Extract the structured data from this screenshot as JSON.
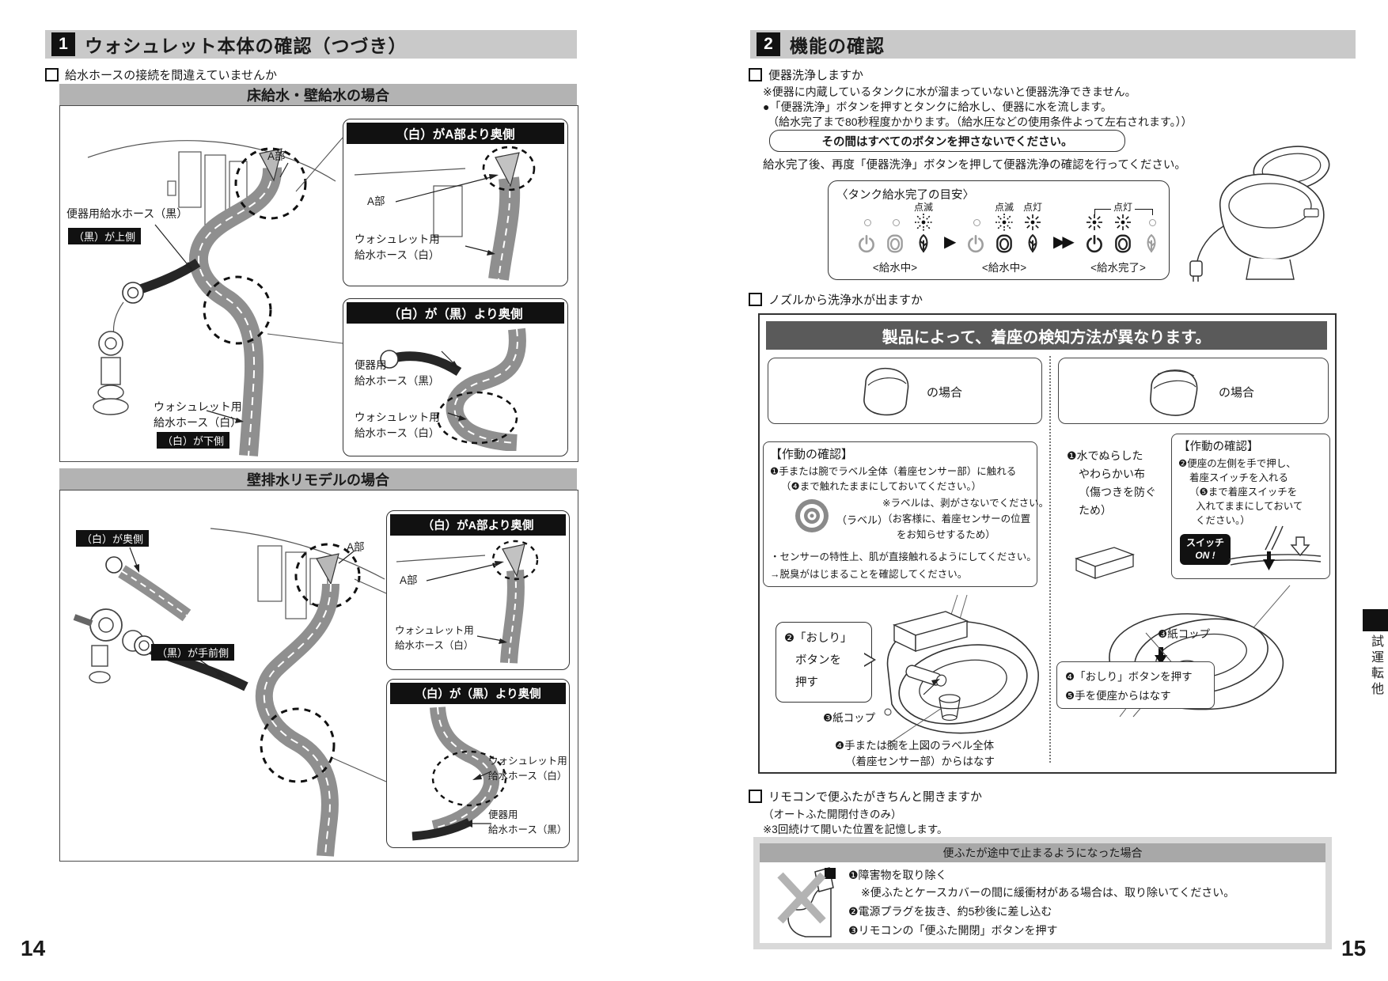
{
  "left": {
    "header": {
      "num": "1",
      "title": "ウォシュレット本体の確認（つづき）"
    },
    "check1": "給水ホースの接続を間違えていませんか",
    "sec1": {
      "title": "床給水・壁給水の場合",
      "a_label": "A部",
      "hose_black": "便器用給水ホース（黒）",
      "badge_black_top": "（黒）が上側",
      "hose_white_l1": "ウォシュレット用",
      "hose_white_l2": "給水ホース（白）",
      "badge_white_bottom": "（白）が下側",
      "callout1": {
        "title": "（白）がA部より奥側",
        "a_label": "A部",
        "hose_white_l1": "ウォシュレット用",
        "hose_white_l2": "給水ホース（白）"
      },
      "callout2": {
        "title": "（白）が（黒）より奥側",
        "hose_black_l1": "便器用",
        "hose_black_l2": "給水ホース（黒）",
        "hose_white_l1": "ウォシュレット用",
        "hose_white_l2": "給水ホース（白）"
      }
    },
    "sec2": {
      "title": "壁排水リモデルの場合",
      "badge_white_back": "（白）が奥側",
      "badge_black_front": "（黒）が手前側",
      "a_label": "A部",
      "callout3": {
        "title": "（白）がA部より奥側",
        "a_label": "A部",
        "hose_white_l1": "ウォシュレット用",
        "hose_white_l2": "給水ホース（白）"
      },
      "callout4": {
        "title": "（白）が（黒）より奥側",
        "hose_white_l1": "ウォシュレット用",
        "hose_white_l2": "給水ホース（白）",
        "hose_black_l1": "便器用",
        "hose_black_l2": "給水ホース（黒）"
      }
    },
    "page_num": "14"
  },
  "right": {
    "header": {
      "num": "2",
      "title": "機能の確認"
    },
    "flush": {
      "check": "便器洗浄しますか",
      "note1": "※便器に内蔵しているタンクに水が溜まっていないと便器洗浄できません。",
      "note2": "●「便器洗浄」ボタンを押すとタンクに給水し、便器に水を流します。",
      "note3": "（給水完了まで80秒程度かかります。（給水圧などの使用条件よって左右されます。））",
      "warning": "その間はすべてのボタンを押さないでください。",
      "note4": "給水完了後、再度「便器洗浄」ボタンを押して便器洗浄の確認を行ってください。"
    },
    "tank": {
      "title": "〈タンク給水完了の目安〉",
      "blink1": "点滅",
      "blink2": "点滅",
      "lit2": "点灯",
      "lit3": "点灯",
      "state1": "<給水中>",
      "state2": "<給水中>",
      "state3": "<給水完了>"
    },
    "nozzle_check": "ノズルから洗浄水が出ますか",
    "seat": {
      "title": "製品によって、着座の検知方法が異なります。",
      "case1": "の場合",
      "case2": "の場合",
      "left": {
        "ops": "【作動の確認】",
        "s1": "❶手または腕でラベル全体（着座センサー部）に触れる",
        "s1b": "（❹まで触れたままにしておいてください。）",
        "label_name": "（ラベル）",
        "note1": "※ラベルは、剥がさないでください。",
        "note2": "（お客様に、着座センサーの位置",
        "note3": "をお知らせするため）",
        "note4": "・センサーの特性上、肌が直接触れるようにしてください。",
        "note5": "→脱臭がはじまることを確認してください。",
        "bubble_l1": "❷「おしり」",
        "bubble_l2": "ボタンを",
        "bubble_l3": "押す",
        "cup": "❸紙コップ",
        "s4a": "❹手または腕を上図のラベル全体",
        "s4b": "（着座センサー部）からはなす"
      },
      "right": {
        "s1_l1": "❶水でぬらした",
        "s1_l2": "やわらかい布",
        "s1_l3": "（傷つきを防ぐ",
        "s1_l4": "ため）",
        "ops": "【作動の確認】",
        "s2_l1": "❷便座の左側を手で押し、",
        "s2_l2": "着座スイッチを入れる",
        "s2_l3": "（❺まで着座スイッチを",
        "s2_l4": "入れてままにしておいて",
        "s2_l5": "ください。）",
        "switch_l1": "スイッチ",
        "switch_l2": "ON !",
        "cup": "❸紙コップ",
        "s4": "❹「おしり」ボタンを押す",
        "s5": "❺手を便座からはなす"
      }
    },
    "lid": {
      "check": "リモコンで便ふたがきちんと開きますか",
      "sub1": "（オートふた開閉付きのみ）",
      "sub2": "※3回続けて開いた位置を記憶します。",
      "box_title": "便ふたが途中で止まるようになった場合",
      "s1": "❶障害物を取り除く",
      "s1_note": "※便ふたとケースカバーの間に緩衝材がある場合は、取り除いてください。",
      "s2": "❷電源プラグを抜き、約5秒後に差し込む",
      "s3": "❸リモコンの「便ふた開閉」ボタンを押す"
    },
    "page_num": "15",
    "side_tab": "試運転他"
  }
}
